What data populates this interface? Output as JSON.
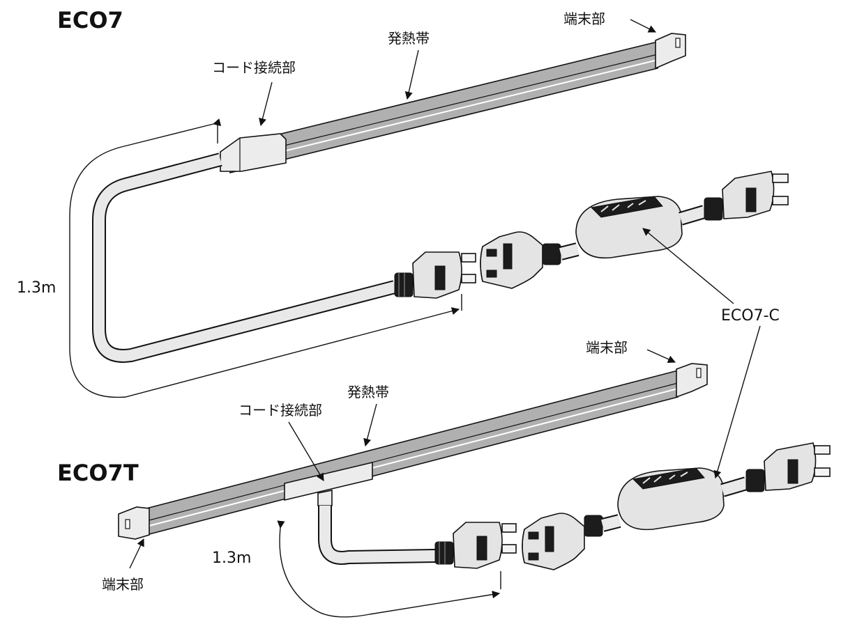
{
  "top": {
    "title": "ECO7",
    "label_terminal": "端末部",
    "label_heating_band": "発熱帯",
    "label_cord_connection": "コード接続部",
    "label_length": "1.3m"
  },
  "controller_label": "ECO7-C",
  "bottom": {
    "title": "ECO7T",
    "label_terminal_right": "端末部",
    "label_terminal_left": "端末部",
    "label_heating_band": "発熱帯",
    "label_cord_connection": "コード接続部",
    "label_length": "1.3m"
  },
  "colors": {
    "line": "#111111",
    "body_fill": "#e4e4e4",
    "band_fill": "#b0b0b0"
  }
}
